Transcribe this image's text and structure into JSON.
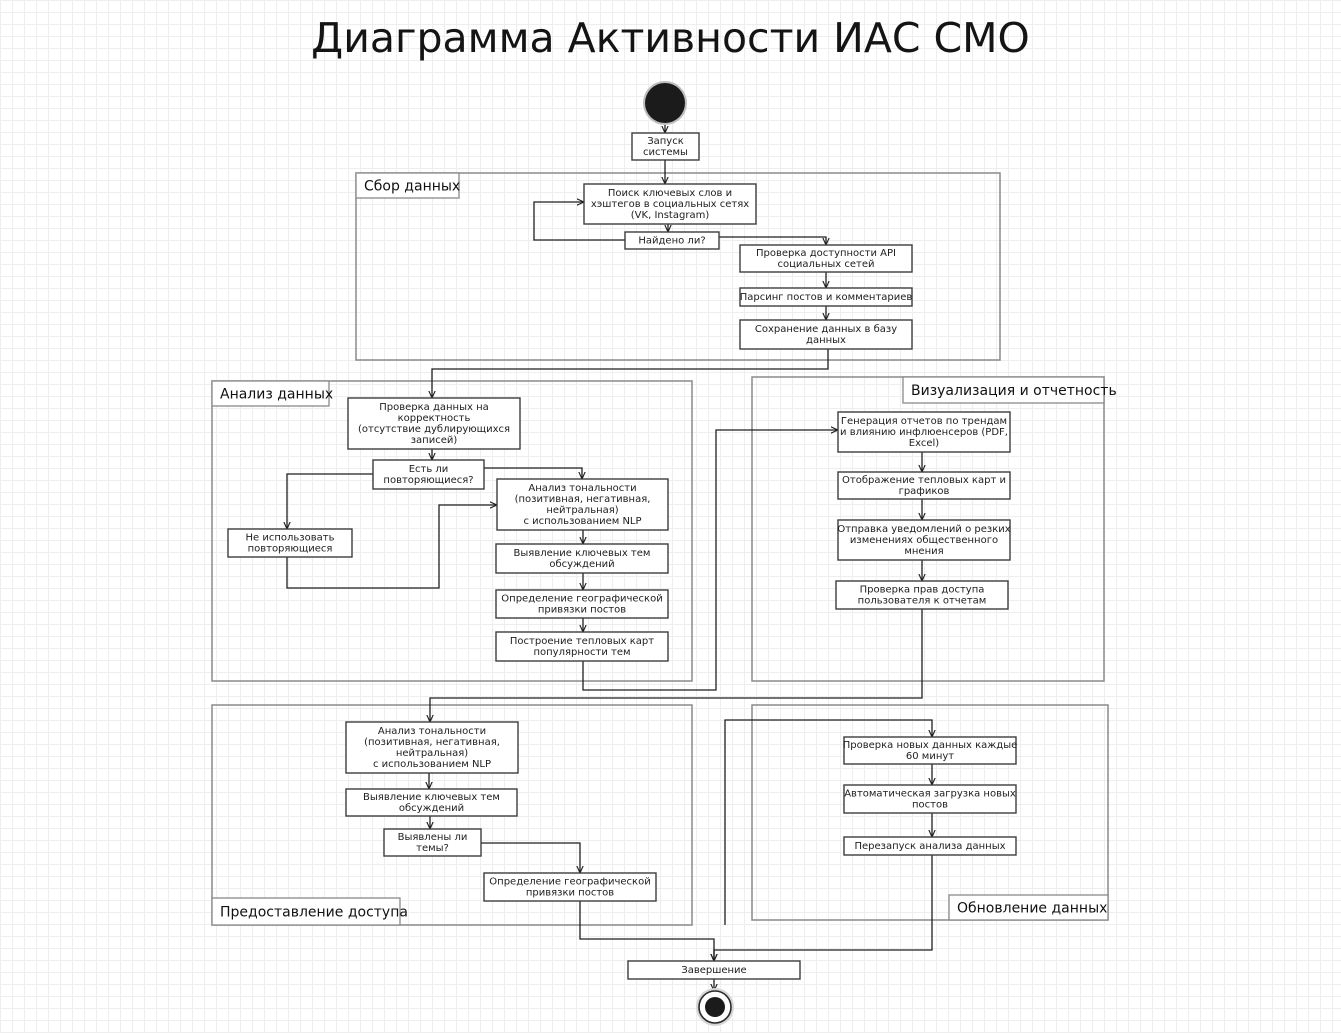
{
  "title": "Диаграмма Активности ИАС СМО",
  "frames": [
    {
      "id": "collect",
      "label": "Сбор данных"
    },
    {
      "id": "analysis",
      "label": "Анализ данных"
    },
    {
      "id": "viz",
      "label": "Визуализация и отчетность"
    },
    {
      "id": "access",
      "label": "Предоставление доступа"
    },
    {
      "id": "update",
      "label": "Обновление данных"
    }
  ],
  "nodes": [
    {
      "id": "start",
      "type": "start"
    },
    {
      "id": "launch",
      "lines": [
        "Запуск",
        "системы"
      ]
    },
    {
      "id": "search",
      "lines": [
        "Поиск ключевых слов и",
        "хэштегов в социальных сетях",
        "(VK, Instagram)"
      ]
    },
    {
      "id": "found",
      "lines": [
        "Найдено ли?"
      ]
    },
    {
      "id": "api",
      "lines": [
        "Проверка доступности API",
        "социальных сетей"
      ]
    },
    {
      "id": "parse",
      "lines": [
        "Парсинг постов и комментариев"
      ]
    },
    {
      "id": "save",
      "lines": [
        "Сохранение данных в базу",
        "данных"
      ]
    },
    {
      "id": "check",
      "lines": [
        "Проверка данных на",
        "корректность",
        "(отсутствие дублирующихся",
        "записей)"
      ]
    },
    {
      "id": "dup",
      "lines": [
        "Есть ли",
        "повторяющиеся?"
      ]
    },
    {
      "id": "nodup",
      "lines": [
        "Не использовать",
        "повторяющиеся"
      ]
    },
    {
      "id": "sent",
      "lines": [
        "Анализ тональности",
        "(позитивная, негативная,",
        "нейтральная)",
        "с использованием NLP"
      ]
    },
    {
      "id": "topics",
      "lines": [
        "Выявление ключевых тем",
        "обсуждений"
      ]
    },
    {
      "id": "geo",
      "lines": [
        "Определение географической",
        "привязки постов"
      ]
    },
    {
      "id": "heat",
      "lines": [
        "Построение тепловых карт",
        "популярности тем"
      ]
    },
    {
      "id": "report",
      "lines": [
        "Генерация отчетов по трендам",
        "и влиянию инфлюенсеров (PDF,",
        "Excel)"
      ]
    },
    {
      "id": "showheat",
      "lines": [
        "Отображение тепловых карт и",
        "графиков"
      ]
    },
    {
      "id": "notify",
      "lines": [
        "Отправка уведомлений о резких",
        "изменениях общественного",
        "мнения"
      ]
    },
    {
      "id": "rights",
      "lines": [
        "Проверка прав доступа",
        "пользователя к отчетам"
      ]
    },
    {
      "id": "sent2",
      "lines": [
        "Анализ тональности",
        "(позитивная, негативная,",
        "нейтральная)",
        "с использованием NLP"
      ]
    },
    {
      "id": "topics2",
      "lines": [
        "Выявление ключевых тем",
        "обсуждений"
      ]
    },
    {
      "id": "topicsq",
      "lines": [
        "Выявлены ли",
        "темы?"
      ]
    },
    {
      "id": "geo2",
      "lines": [
        "Определение географической",
        "привязки постов"
      ]
    },
    {
      "id": "newdata",
      "lines": [
        "Проверка новых данных каждые",
        "60 минут"
      ]
    },
    {
      "id": "autoload",
      "lines": [
        "Автоматическая загрузка новых",
        "постов"
      ]
    },
    {
      "id": "restart",
      "lines": [
        "Перезапуск анализа данных"
      ]
    },
    {
      "id": "finish",
      "lines": [
        "Завершение"
      ]
    },
    {
      "id": "end",
      "type": "end"
    }
  ],
  "edges": [
    [
      "start",
      "launch"
    ],
    [
      "launch",
      "search"
    ],
    [
      "search",
      "found"
    ],
    [
      "found",
      "search"
    ],
    [
      "found",
      "api"
    ],
    [
      "api",
      "parse"
    ],
    [
      "parse",
      "save"
    ],
    [
      "save",
      "check"
    ],
    [
      "check",
      "dup"
    ],
    [
      "dup",
      "nodup"
    ],
    [
      "dup",
      "sent"
    ],
    [
      "nodup",
      "sent"
    ],
    [
      "sent",
      "topics"
    ],
    [
      "topics",
      "geo"
    ],
    [
      "geo",
      "heat"
    ],
    [
      "heat",
      "report"
    ],
    [
      "report",
      "showheat"
    ],
    [
      "showheat",
      "notify"
    ],
    [
      "notify",
      "rights"
    ],
    [
      "rights",
      "sent2"
    ],
    [
      "sent2",
      "topics2"
    ],
    [
      "topics2",
      "topicsq"
    ],
    [
      "topicsq",
      "geo2"
    ],
    [
      "geo2",
      "finish"
    ],
    [
      "newdata",
      "autoload"
    ],
    [
      "autoload",
      "restart"
    ],
    [
      "restart",
      "finish"
    ],
    [
      "finish",
      "end"
    ]
  ]
}
